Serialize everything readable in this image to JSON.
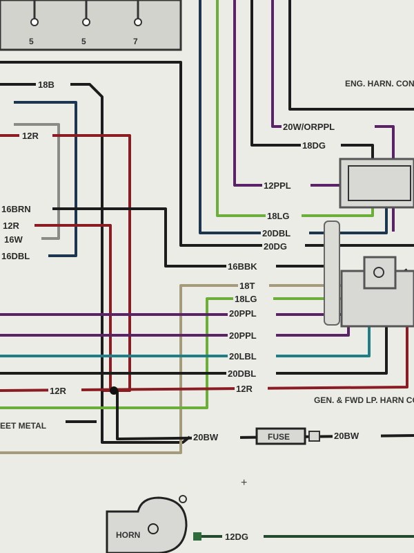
{
  "diagram": {
    "terminal_numbers": [
      "5",
      "5",
      "7"
    ],
    "connectors": {
      "engine_harness": "ENG. HARN. CONN.",
      "gen_fwd_lamp_harness": "GEN. & FWD LP. HARN CONN.",
      "sheet_metal": "EET METAL",
      "horn": "HORN",
      "fuse": "FUSE"
    },
    "wire_labels": {
      "w18b": "18B",
      "w12r_top": "12R",
      "w16brn": "16BRN",
      "w12r_left": "12R",
      "w16w": "16W",
      "w16dbl": "16DBL",
      "w20worppl": "20W/ORPPL",
      "w18dg": "18DG",
      "w12ppl": "12PPL",
      "w18lg_top": "18LG",
      "w20dbl_top": "20DBL",
      "w20dg": "20DG",
      "w16bbk": "16BBK",
      "w18t": "18T",
      "w18lg": "18LG",
      "w20ppl_a": "20PPL",
      "w20ppl_b": "20PPL",
      "w20lbl": "20LBL",
      "w20dbl": "20DBL",
      "w12r_mid": "12R",
      "w12r_right": "12R",
      "w20bw_left": "20BW",
      "w20bw_right": "20BW",
      "w12dg": "12DG"
    },
    "colors": {
      "black": "#1c1c1c",
      "red": "#8a1c24",
      "purple": "#5a2368",
      "green": "#6cae3a",
      "darkblue": "#1e3550",
      "lightblue": "#2a8fb8",
      "teal": "#1f7d86",
      "gray": "#8a8a86",
      "tan": "#a59a7a",
      "darkgreen": "#264a30"
    }
  }
}
